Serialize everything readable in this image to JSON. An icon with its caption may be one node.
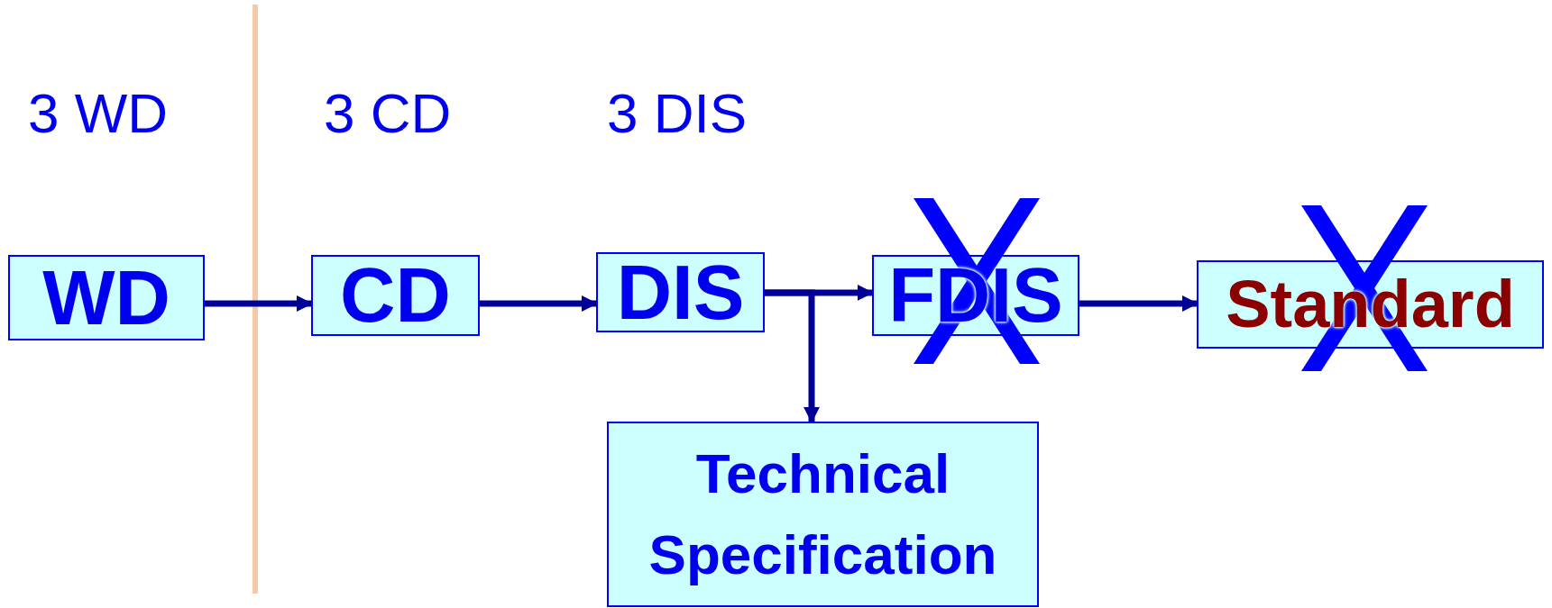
{
  "diagram": {
    "nodes": [
      {
        "text": [
          "WD"
        ]
      },
      {
        "text": [
          "CD"
        ]
      },
      {
        "text": [
          "DIS"
        ]
      },
      {
        "text": [
          "FDIS"
        ]
      },
      {
        "text": [
          "Standard"
        ]
      },
      {
        "text": [
          "Technical Specification"
        ]
      }
    ],
    "edges": [
      {
        "from": 0,
        "to": 1,
        "arrow": "to"
      },
      {
        "from": 1,
        "to": 2,
        "arrow": "to"
      },
      {
        "from": 2,
        "to": 3,
        "arrow": "to"
      },
      {
        "from": 3,
        "to": 4,
        "arrow": "to"
      },
      {
        "from": 2,
        "to": 5,
        "arrow": "to"
      }
    ],
    "labels": [
      "3 WD",
      "3 CD",
      "3 DIS"
    ]
  }
}
